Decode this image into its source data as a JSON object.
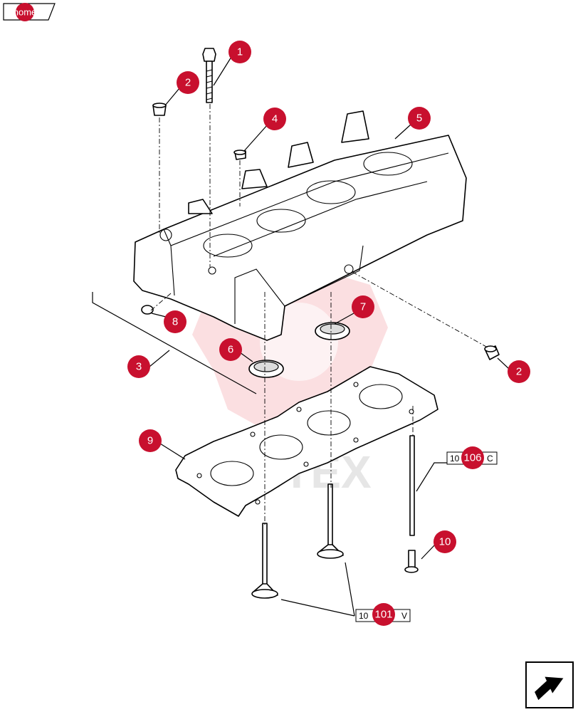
{
  "home": {
    "label": "home"
  },
  "watermark": {
    "text": "ИНТЕХ"
  },
  "callouts": [
    {
      "label": "1"
    },
    {
      "label": "2"
    },
    {
      "label": "4"
    },
    {
      "label": "5"
    },
    {
      "label": "7"
    },
    {
      "label": "8"
    },
    {
      "label": "6"
    },
    {
      "label": "2"
    },
    {
      "label": "3"
    },
    {
      "label": "9"
    },
    {
      "label": "106"
    },
    {
      "label": "10"
    },
    {
      "label": "101"
    }
  ],
  "refs": [
    {
      "prefix": "10",
      "suffix": "C"
    },
    {
      "prefix": "10",
      "suffix": "V"
    }
  ],
  "nav": {
    "icon": "next-arrow-icon"
  }
}
